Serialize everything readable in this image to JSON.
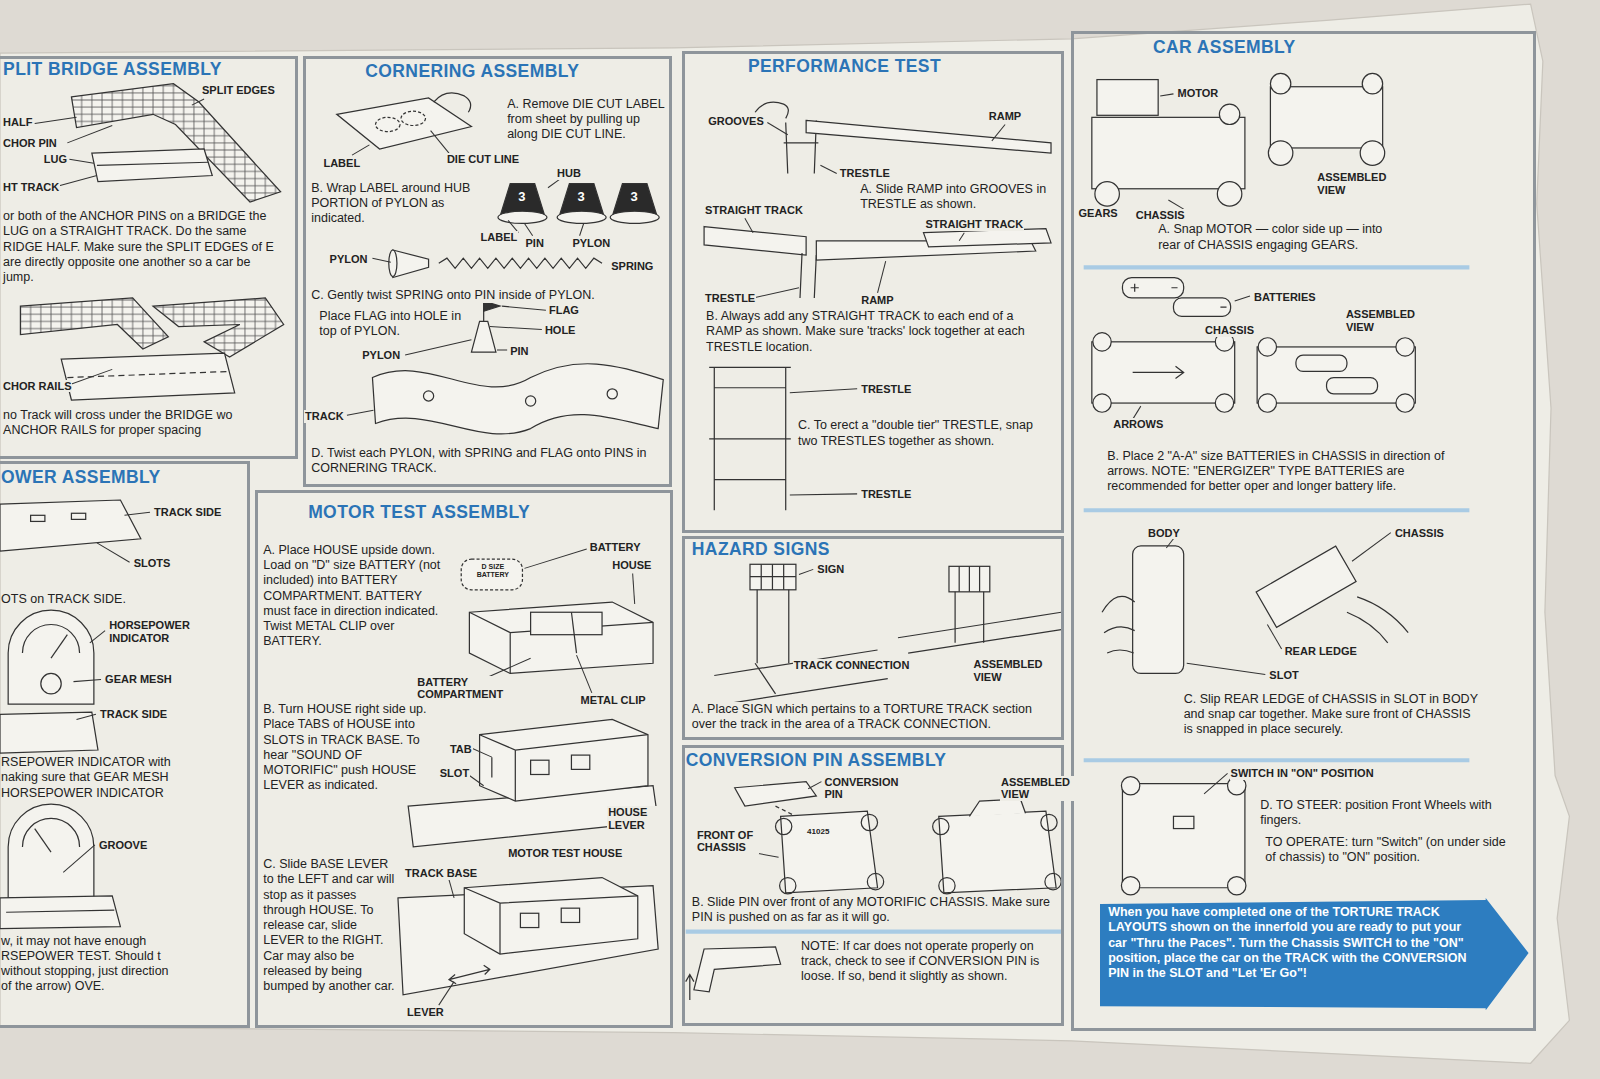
{
  "diagram": {
    "nodes": [
      {
        "text": [
          "PLIT BRIDGE ASSEMBLY",
          "or both of the ANCHOR PINS on a BRIDGE the LUG on a STRAIGHT TRACK. Do the same RIDGE HALF. Make sure the SPLIT EDGES of E are directly opposite one another so a car be jump.",
          "no Track will cross under the BRIDGE wo ANCHOR RAILS for proper spacing"
        ]
      },
      {
        "text": [
          "CORNERING ASSEMBLY",
          "A. Remove DIE CUT LABEL from sheet by pulling up along DIE CUT LINE.",
          "B. Wrap LABEL around HUB PORTION of PYLON as indicated.",
          "C. Gently twist SPRING onto PIN inside of PYLON.",
          "Place FLAG into HOLE in top of PYLON.",
          "D. Twist each PYLON, with SPRING and FLAG onto PINS in CORNERING TRACK."
        ]
      },
      {
        "text": [
          "PERFORMANCE TEST",
          "A. Slide RAMP into GROOVES in TRESTLE as shown.",
          "B. Always add any STRAIGHT TRACK to each end of a RAMP as shown. Make sure 'tracks' lock together at each TRESTLE location.",
          "C. To erect a \"double tier\" TRESTLE, snap two TRESTLES together as shown."
        ]
      },
      {
        "text": [
          "CAR ASSEMBLY",
          "A. Snap MOTOR — color side up — into rear of CHASSIS engaging GEARS.",
          "B. Place 2 \"A-A\" size BATTERIES in CHASSIS in direction of arrows. NOTE: \"ENERGIZER\" TYPE BATTERIES are recommended for better oper and longer battery life.",
          "C. Slip REAR LEDGE of CHASSIS in SLOT in BODY and snap car together. Make sure front of CHASSIS is snapped in place securely.",
          "D. TO STEER: position Front Wheels with fingers.",
          "TO OPERATE: turn \"Switch\" (on under side of chassis) to \"ON\" position."
        ]
      },
      {
        "text": [
          "When you have completed one of the TORTURE TRACK LAYOUTS shown on the innerfold you are ready to put your car \"Thru the Paces\". Turn the Chassis SWITCH to the \"ON\" position, place the car on the TRACK with the CONVERSION PIN in the SLOT and \"Let 'Er Go\"!"
        ],
        "in": 3
      },
      {
        "text": [
          "OWER ASSEMBLY",
          "OTS on TRACK SIDE.",
          "RSEPOWER INDICATOR with naking sure that GEAR MESH HORSEPOWER INDICATOR",
          "w, it may not have enough RSEPOWER TEST. Should t without stopping, just direction of the arrow) OVE."
        ]
      },
      {
        "text": [
          "MOTOR TEST ASSEMBLY",
          "A. Place HOUSE upside down. Load on \"D\" size BATTERY (not included) into BATTERY COMPARTMENT. BATTERY must face in direction indicated. Twist METAL CLIP over BATTERY.",
          "B. Turn HOUSE right side up. Place TABS of HOUSE into SLOTS in TRACK BASE. To hear \"SOUND OF MOTORIFIC\" push HOUSE LEVER as indicated.",
          "C. Slide BASE LEVER to the LEFT and car will stop as it passes through HOUSE. To release car, slide LEVER to the RIGHT. Car may also be released by being bumped by another car."
        ]
      },
      {
        "text": [
          "HAZARD SIGNS",
          "A. Place SIGN which pertains to a TORTURE TRACK section over the track in the area of a TRACK CONNECTION."
        ]
      },
      {
        "text": [
          "CONVERSION PIN ASSEMBLY",
          "B. Slide PIN over front of any MOTORIFIC CHASSIS. Make sure PIN is pushed on as far as it will go.",
          "NOTE: If car does not operate properly on track, check to see if CONVERSION PIN is loose. If so, bend it slightly as shown."
        ]
      }
    ],
    "labels": [
      "SPLIT EDGES",
      "HALF",
      "CHOR PIN",
      "LUG",
      "HT TRACK",
      "CHOR RAILS",
      "TRACK SIDE",
      "SLOTS",
      "HORSEPOWER INDICATOR",
      "GEAR MESH",
      "TRACK SIDE",
      "GROOVE",
      "LABEL",
      "DIE CUT LINE",
      "HUB",
      "3",
      "3",
      "3",
      "LABEL",
      "PIN",
      "PYLON",
      "PYLON",
      "SPRING",
      "FLAG",
      "HOLE",
      "PIN",
      "PYLON",
      "TRACK",
      "GROOVES",
      "RAMP",
      "TRESTLE",
      "STRAIGHT TRACK",
      "STRAIGHT TRACK",
      "TRESTLE",
      "RAMP",
      "TRESTLE",
      "TRESTLE",
      "MOTOR",
      "GEARS",
      "CHASSIS",
      "ASSEMBLED VIEW",
      "BATTERIES",
      "CHASSIS",
      "ASSEMBLED VIEW",
      "ARROWS",
      "BODY",
      "CHASSIS",
      "REAR LEDGE",
      "SLOT",
      "SWITCH IN \"ON\" POSITION",
      "BATTERY",
      "HOUSE",
      "D SIZE BATTERY",
      "BATTERY COMPARTMENT",
      "METAL CLIP",
      "TAB",
      "SLOT",
      "HOUSE LEVER",
      "MOTOR TEST HOUSE",
      "TRACK BASE",
      "LEVER",
      "SIGN",
      "TRACK CONNECTION",
      "ASSEMBLED VIEW",
      "CONVERSION PIN",
      "ASSEMBLED VIEW",
      "FRONT OF CHASSIS",
      "41025"
    ]
  }
}
